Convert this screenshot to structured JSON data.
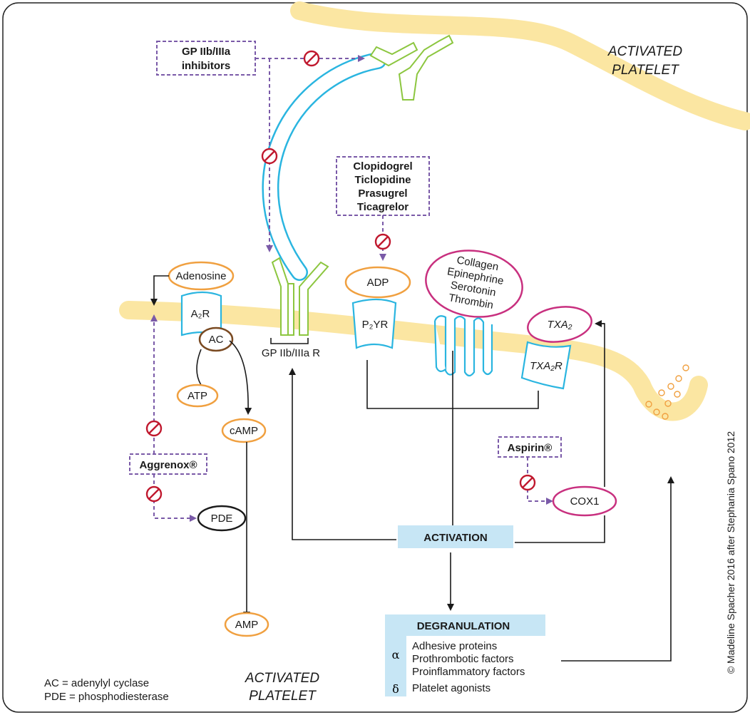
{
  "title_top": {
    "line1": "ACTIVATED",
    "line2": "PLATELET"
  },
  "title_bottom": {
    "line1": "ACTIVATED",
    "line2": "PLATELET"
  },
  "inhibitors": {
    "gp": {
      "line1": "GP IIb/IIIa",
      "line2": "inhibitors"
    },
    "p2y": [
      "Clopidogrel",
      "Ticlopidine",
      "Prasugrel",
      "Ticagrelor"
    ],
    "aggrenox": "Aggrenox®",
    "aspirin": "Aspirin®"
  },
  "molecules": {
    "adenosine": "Adenosine",
    "a2r": "A₂R",
    "ac": "AC",
    "atp": "ATP",
    "camp": "cAMP",
    "pde": "PDE",
    "amp": "AMP",
    "adp": "ADP",
    "p2yr": "P₂YR",
    "agonists": [
      "Collagen",
      "Epinephrine",
      "Serotonin",
      "Thrombin"
    ],
    "txa2": "TXA₂",
    "txa2r": "TXA₂R",
    "cox1": "COX1",
    "gp_receptor": "GP IIb/IIIa R"
  },
  "activation": "ACTIVATION",
  "degranulation": {
    "title": "DEGRANULATION",
    "alpha": "α",
    "alpha_items": [
      "Adhesive proteins",
      "Prothrombotic factors",
      "Proinflammatory factors"
    ],
    "delta": "δ",
    "delta_items": [
      "Platelet agonists"
    ]
  },
  "legend": [
    "AC = adenylyl cyclase",
    "PDE = phosphodiesterase"
  ],
  "credit": "© Madeline Spacher 2016 after Stephania Spano 2012",
  "colors": {
    "membrane": "#fbe6a2",
    "inhibitor_dash": "#7a5aa8",
    "block_sign": "#c0182e",
    "receptor_cyan": "#2ab5e0",
    "gp_green": "#8cc63f",
    "molecule_orange": "#f0a040",
    "agonist_pink": "#c8307f",
    "box_fill": "#c7e6f5"
  },
  "icons": [
    "inhibition-symbol-icon",
    "arrow-icon"
  ]
}
